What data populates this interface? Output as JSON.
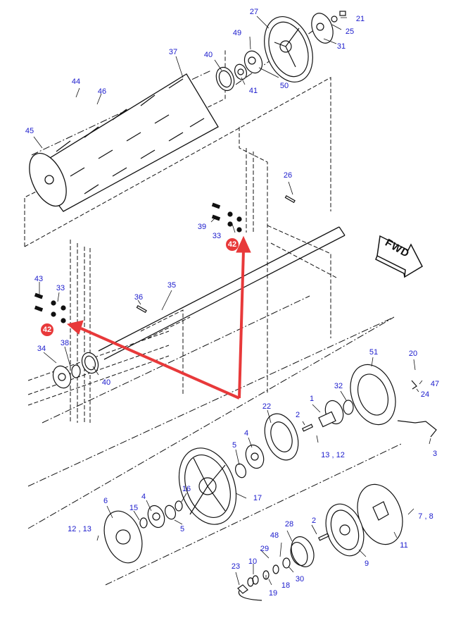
{
  "diagram": {
    "title": "Feeder drum / drive shaft exploded parts view",
    "direction_indicator": "FWD",
    "highlight_color": "#e8393a",
    "label_color": "#1a1acc",
    "highlighted_part": "42",
    "labels": [
      {
        "id": "27",
        "text": "27"
      },
      {
        "id": "21",
        "text": "21"
      },
      {
        "id": "25",
        "text": "25"
      },
      {
        "id": "31",
        "text": "31"
      },
      {
        "id": "49",
        "text": "49"
      },
      {
        "id": "37",
        "text": "37"
      },
      {
        "id": "40a",
        "text": "40"
      },
      {
        "id": "41",
        "text": "41"
      },
      {
        "id": "50",
        "text": "50"
      },
      {
        "id": "44",
        "text": "44"
      },
      {
        "id": "46",
        "text": "46"
      },
      {
        "id": "45",
        "text": "45"
      },
      {
        "id": "26",
        "text": "26"
      },
      {
        "id": "39",
        "text": "39"
      },
      {
        "id": "33a",
        "text": "33"
      },
      {
        "id": "43",
        "text": "43"
      },
      {
        "id": "33b",
        "text": "33"
      },
      {
        "id": "36",
        "text": "36"
      },
      {
        "id": "35",
        "text": "35"
      },
      {
        "id": "34",
        "text": "34"
      },
      {
        "id": "38",
        "text": "38"
      },
      {
        "id": "40b",
        "text": "40"
      },
      {
        "id": "51",
        "text": "51"
      },
      {
        "id": "20",
        "text": "20"
      },
      {
        "id": "47",
        "text": "47"
      },
      {
        "id": "24",
        "text": "24"
      },
      {
        "id": "32",
        "text": "32"
      },
      {
        "id": "1",
        "text": "1"
      },
      {
        "id": "22",
        "text": "22"
      },
      {
        "id": "2a",
        "text": "2"
      },
      {
        "id": "13-12",
        "text": "13 , 12"
      },
      {
        "id": "3",
        "text": "3"
      },
      {
        "id": "5a",
        "text": "5"
      },
      {
        "id": "4a",
        "text": "4"
      },
      {
        "id": "17",
        "text": "17"
      },
      {
        "id": "16",
        "text": "16"
      },
      {
        "id": "6",
        "text": "6"
      },
      {
        "id": "4b",
        "text": "4"
      },
      {
        "id": "15",
        "text": "15"
      },
      {
        "id": "5b",
        "text": "5"
      },
      {
        "id": "12-13",
        "text": "12 , 13"
      },
      {
        "id": "7-8",
        "text": "7 , 8"
      },
      {
        "id": "11",
        "text": "11"
      },
      {
        "id": "28",
        "text": "28"
      },
      {
        "id": "2b",
        "text": "2"
      },
      {
        "id": "9",
        "text": "9"
      },
      {
        "id": "48",
        "text": "48"
      },
      {
        "id": "29",
        "text": "29"
      },
      {
        "id": "10",
        "text": "10"
      },
      {
        "id": "23",
        "text": "23"
      },
      {
        "id": "18",
        "text": "18"
      },
      {
        "id": "30",
        "text": "30"
      },
      {
        "id": "19",
        "text": "19"
      }
    ],
    "callouts": [
      {
        "id": "42-upper",
        "text": "42"
      },
      {
        "id": "42-lower",
        "text": "42"
      }
    ]
  }
}
